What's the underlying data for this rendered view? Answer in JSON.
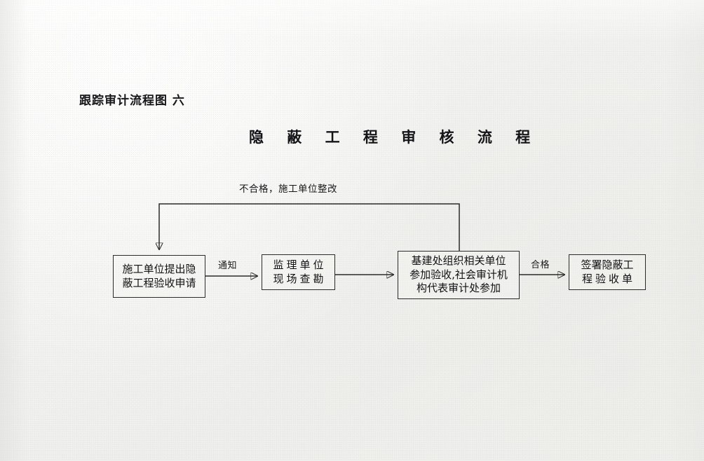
{
  "document": {
    "heading": "跟踪审计流程图 六",
    "flow_title": "隐 蔽 工 程 审 核 流 程"
  },
  "flowchart": {
    "type": "process-flow",
    "orientation": "left-to-right",
    "nodes": [
      {
        "id": "apply",
        "shape": "rectangle",
        "lines": [
          "施工单位提出隐",
          "蔽工程验收申请"
        ]
      },
      {
        "id": "survey",
        "shape": "rectangle",
        "lines": [
          "监理单位",
          "现场查勘"
        ]
      },
      {
        "id": "acceptance",
        "shape": "rectangle",
        "lines": [
          "基建处组织相关单位",
          "参加验收,社会审计机",
          "构代表审计处参加"
        ]
      },
      {
        "id": "sign",
        "shape": "rectangle",
        "lines": [
          "签署隐蔽工",
          "程验收单"
        ]
      }
    ],
    "edges": [
      {
        "id": "apply-to-survey",
        "from": "apply",
        "to": "survey",
        "label": "通知"
      },
      {
        "id": "survey-to-acceptance",
        "from": "survey",
        "to": "acceptance",
        "label": ""
      },
      {
        "id": "acceptance-to-sign",
        "from": "acceptance",
        "to": "sign",
        "label": "合格"
      },
      {
        "id": "acceptance-back-to-apply",
        "from": "acceptance",
        "to": "apply",
        "label": "不合格，施工单位整改"
      }
    ]
  },
  "colors": {
    "ink": "#2b2b2b",
    "text": "#141418",
    "paper": "#f3f3f1"
  }
}
